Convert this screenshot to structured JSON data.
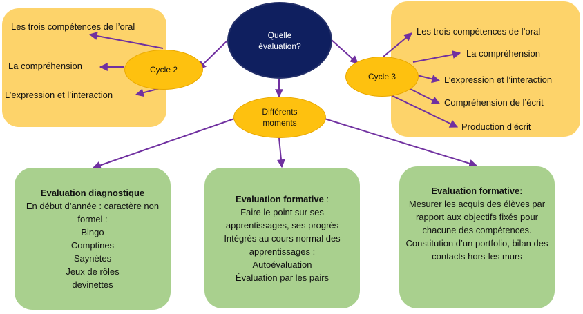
{
  "center": {
    "label": "Quelle évaluation?"
  },
  "moments": {
    "label": "Différents moments"
  },
  "cycle2": {
    "label": "Cycle 2",
    "items": [
      "Les trois compétences de l’oral",
      "La compréhension",
      "L’expression et l’interaction"
    ]
  },
  "cycle3": {
    "label": "Cycle 3",
    "items": [
      "Les trois compétences de l’oral",
      "La compréhension",
      "L’expression et l’interaction",
      "Compréhension de l’écrit",
      "Production d’écrit"
    ]
  },
  "boxes": [
    {
      "title": "Evaluation diagnostique",
      "title_suffix": "",
      "lines": [
        "En début d’année : caractère non formel :",
        "Bingo",
        "Comptines",
        "Saynètes",
        "Jeux de rôles devinettes"
      ]
    },
    {
      "title": "Evaluation formative",
      "title_suffix": " :",
      "lines": [
        "Faire le point sur ses apprentissages, ses progrès",
        "Intégrés au cours normal des apprentissages :",
        "Autoévaluation",
        "Évaluation par les pairs"
      ]
    },
    {
      "title": "Evaluation formative:",
      "title_suffix": "",
      "lines": [
        "Mesurer les acquis des élèves par rapport aux objectifs fixés pour chacune des compétences.",
        "Constitution d’un portfolio, bilan des contacts hors-les murs"
      ]
    }
  ],
  "colors": {
    "arrow": "#7030a0",
    "yellow_box": "#fdd36a",
    "yellow_ellipse": "#fec10f",
    "navy": "#0f1f5f",
    "green_box": "#a9d08e"
  }
}
